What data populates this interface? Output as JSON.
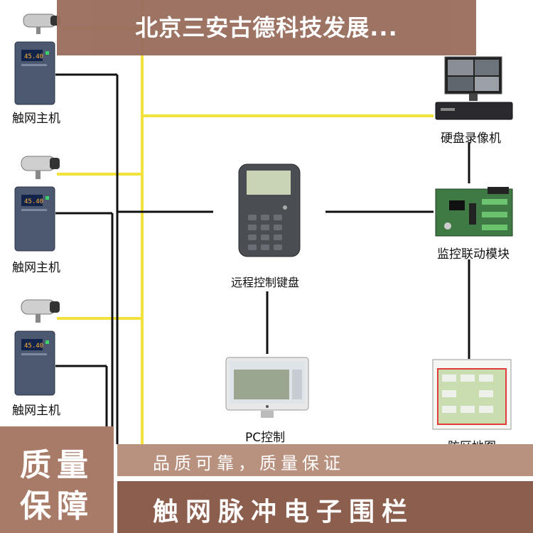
{
  "header": {
    "company_name": "北京三安古德科技发展..."
  },
  "devices": {
    "host_labels": [
      "触网主机",
      "触网主机",
      "触网主机"
    ],
    "dvr_label": "硬盘录像机",
    "linkage_label": "监控联动模块",
    "keypad_label": "远程控制键盘",
    "pc_label": "PC控制",
    "map_label": "防区地图"
  },
  "footer": {
    "badge_line1": "质量",
    "badge_line2": "保障",
    "slogan": "品质可靠，质量保证",
    "product": "触网脉冲电子围栏"
  },
  "colors": {
    "signal_line": "#f2e23a",
    "control_line": "#111111",
    "banner": "#9a6e5e",
    "badge": "#a87a68",
    "slogan_bar": "#b9917f",
    "product_bar": "#8c5e4e"
  }
}
